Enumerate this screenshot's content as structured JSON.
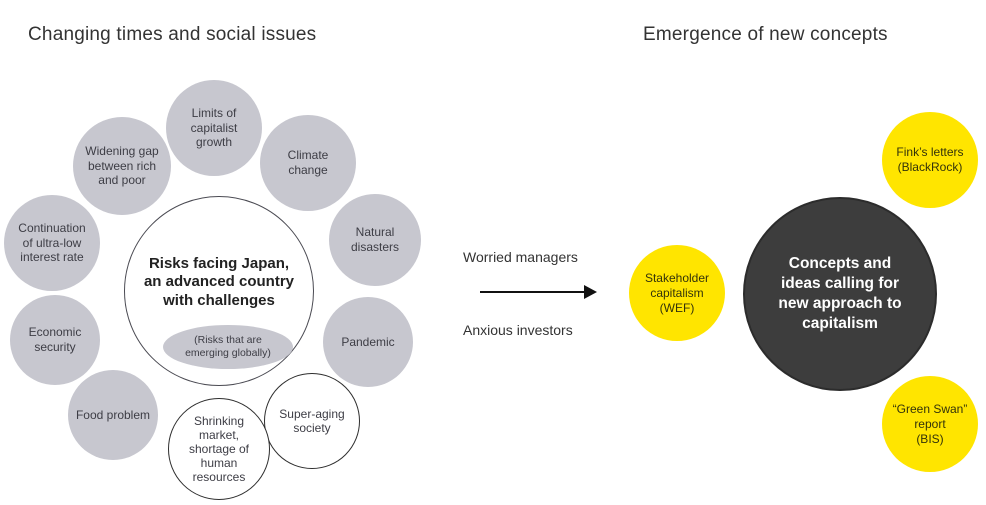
{
  "colors": {
    "gray_bubble": "#c7c7cf",
    "yellow_bubble": "#ffe500",
    "dark_circle": "#3d3d3d",
    "text": "#333333"
  },
  "left_section": {
    "title": "Changing times and social issues",
    "center_circle": {
      "title": "Risks facing Japan,\nan advanced country\nwith challenges",
      "note": "(Risks that are\nemerging globally)"
    },
    "bubbles": [
      {
        "id": "limits-of-capitalist-growth",
        "label": "Limits of\ncapitalist\ngrowth"
      },
      {
        "id": "widening-gap",
        "label": "Widening gap\nbetween rich\nand poor"
      },
      {
        "id": "climate-change",
        "label": "Climate\nchange"
      },
      {
        "id": "ultra-low-interest-rate",
        "label": "Continuation\nof ultra-low\ninterest rate"
      },
      {
        "id": "natural-disasters",
        "label": "Natural\ndisasters"
      },
      {
        "id": "economic-security",
        "label": "Economic\nsecurity"
      },
      {
        "id": "pandemic",
        "label": "Pandemic"
      },
      {
        "id": "food-problem",
        "label": "Food problem"
      },
      {
        "id": "super-aging-society",
        "label": "Super-aging\nsociety"
      },
      {
        "id": "shrinking-market",
        "label": "Shrinking\nmarket,\nshortage of\nhuman\nresources"
      }
    ]
  },
  "middle": {
    "top_label": "Worried managers",
    "bottom_label": "Anxious investors"
  },
  "right_section": {
    "title": "Emergence of new concepts",
    "center_circle": "Concepts and\nideas calling for\nnew approach to\ncapitalism",
    "bubbles": [
      {
        "id": "finks-letters",
        "label": "Fink’s letters\n(BlackRock)"
      },
      {
        "id": "stakeholder-capitalism",
        "label": "Stakeholder\ncapitalism\n(WEF)"
      },
      {
        "id": "green-swan-report",
        "label": "“Green Swan”\nreport\n(BIS)"
      }
    ]
  }
}
